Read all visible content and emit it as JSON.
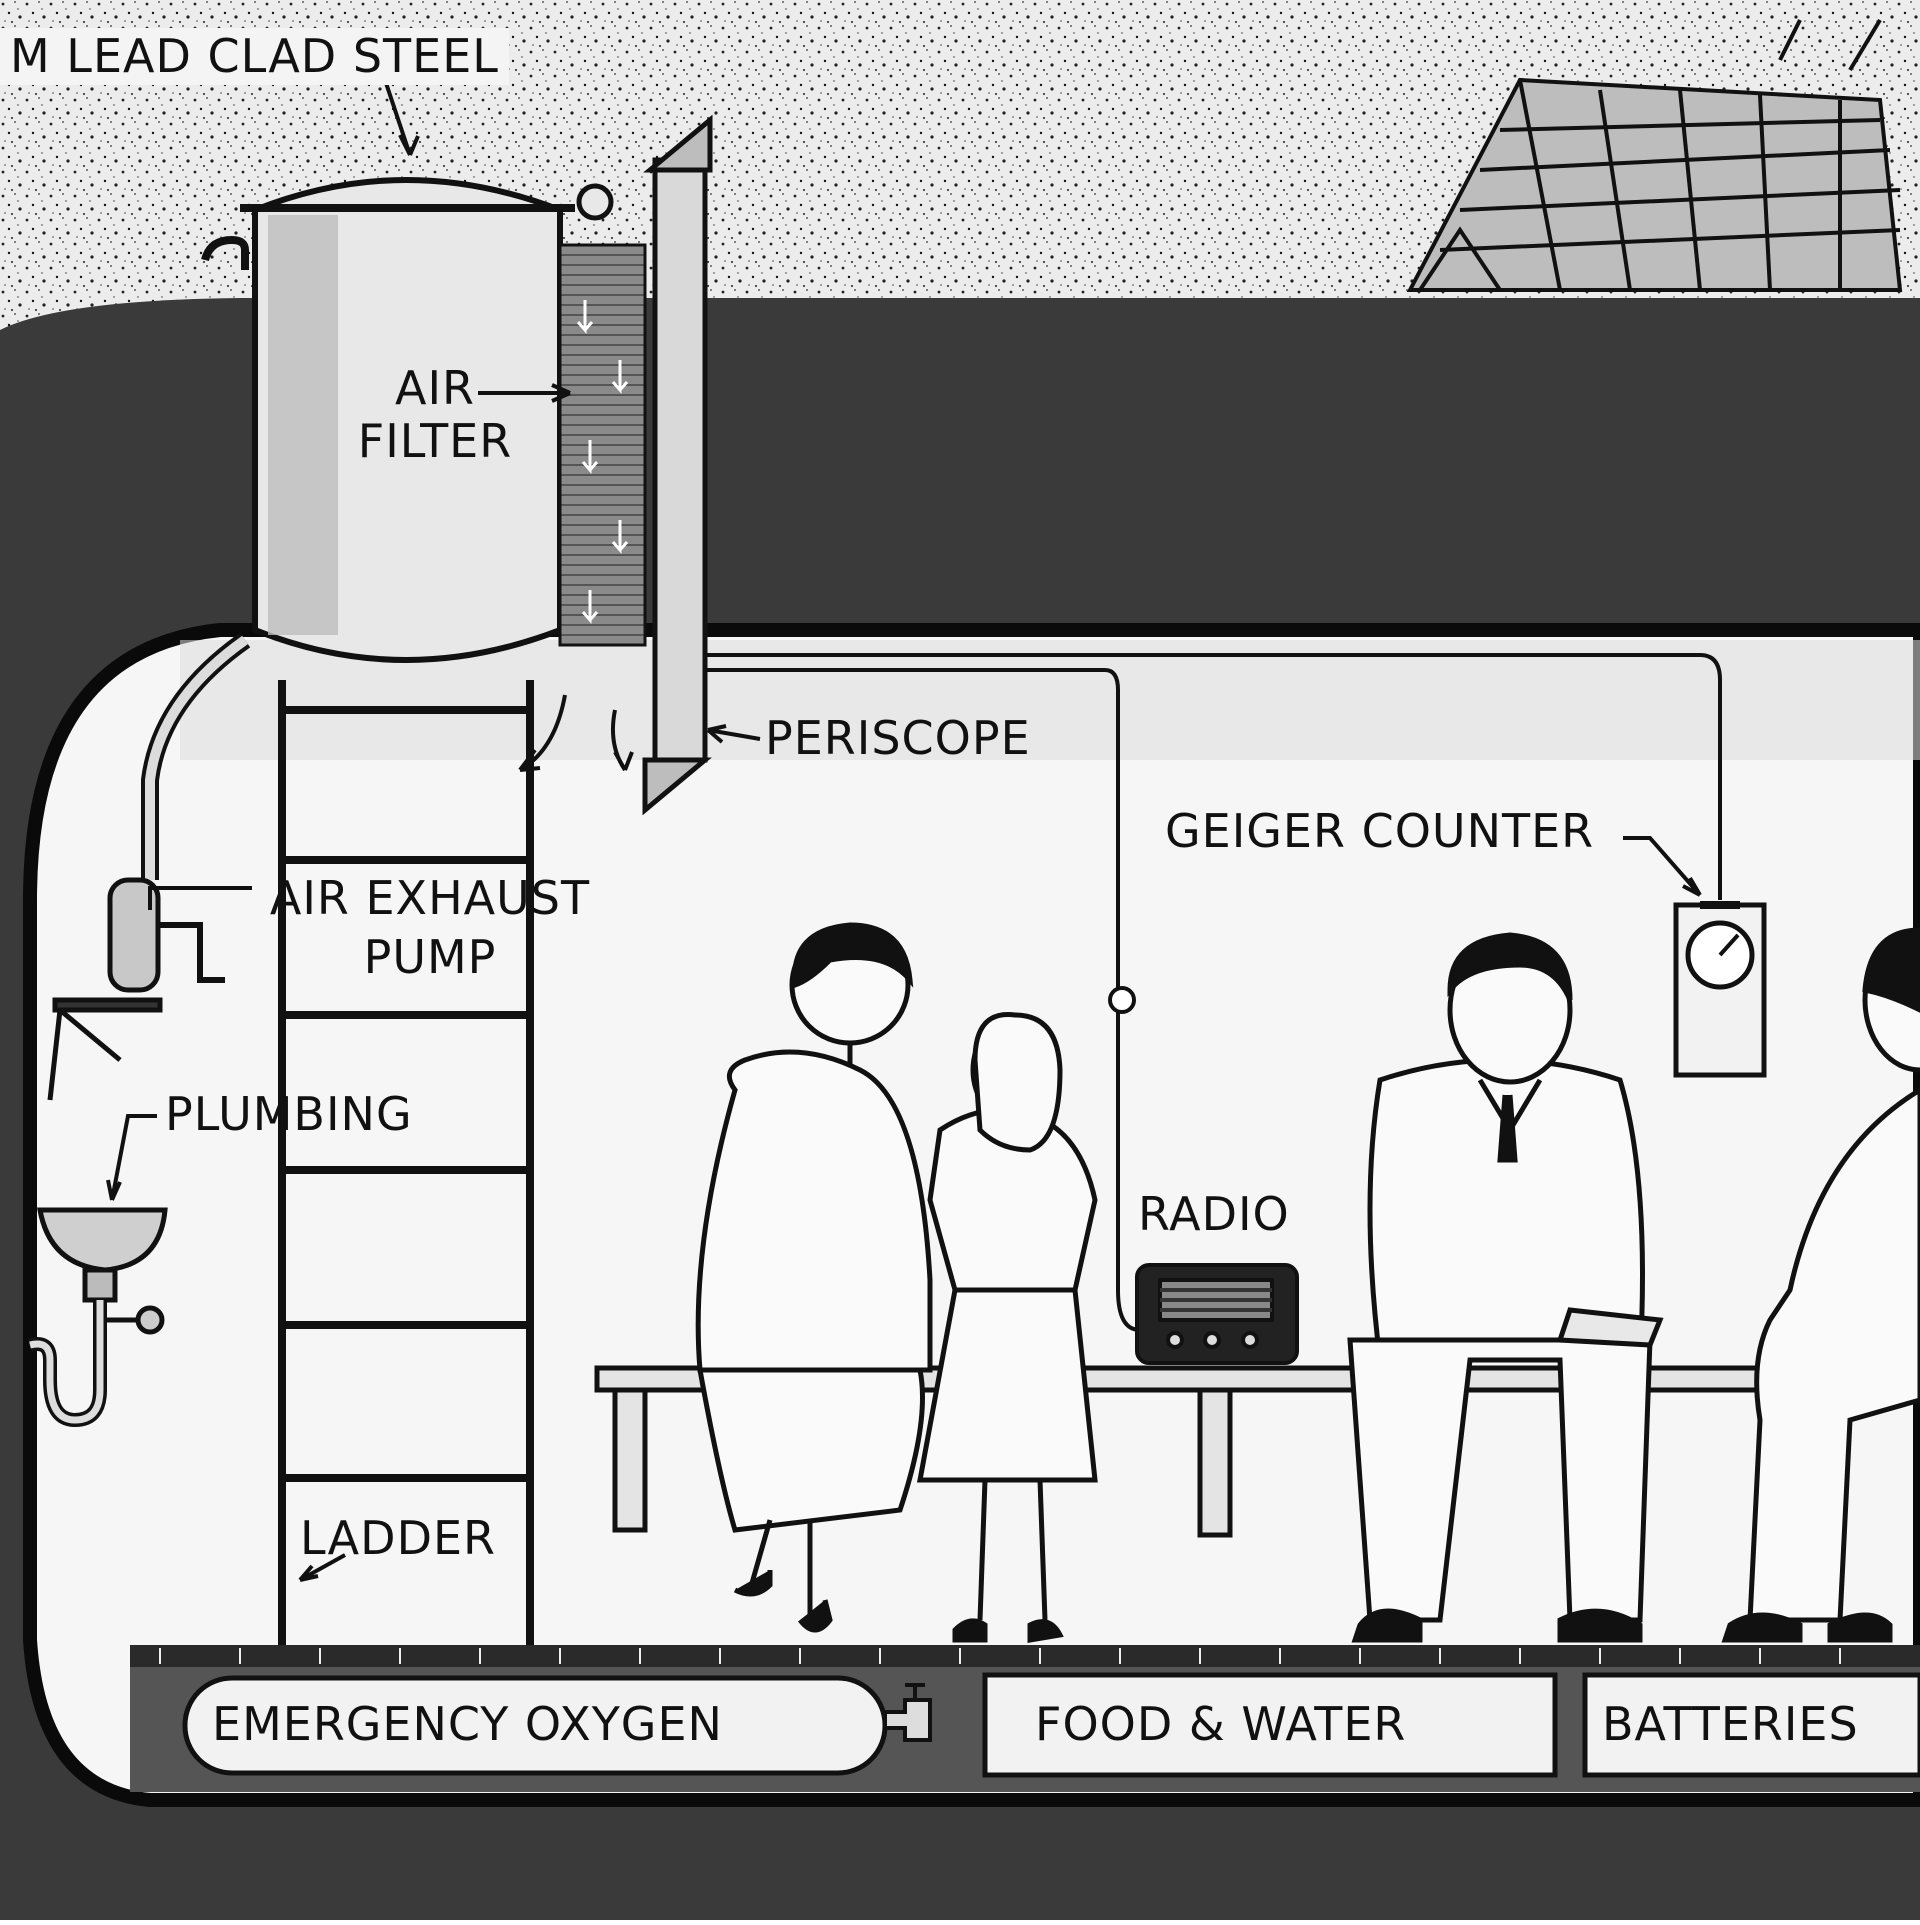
{
  "title_strip": "M LEAD CLAD STEEL",
  "labels": {
    "air_filter_line1": "AIR",
    "air_filter_line2": "FILTER",
    "periscope": "PERISCOPE",
    "geiger_counter": "GEIGER COUNTER",
    "air_exhaust_line1": "AIR EXHAUST",
    "air_exhaust_line2": "PUMP",
    "plumbing": "PLUMBING",
    "radio": "RADIO",
    "ladder": "LADDER",
    "emergency_oxygen": "EMERGENCY OXYGEN",
    "food_water": "FOOD & WATER",
    "batteries": "BATTERIES"
  },
  "colors": {
    "earth": "#3a3a3a",
    "soil_bg": "#e8e8e8",
    "interior": "#f6f6f6",
    "ink": "#111111"
  }
}
